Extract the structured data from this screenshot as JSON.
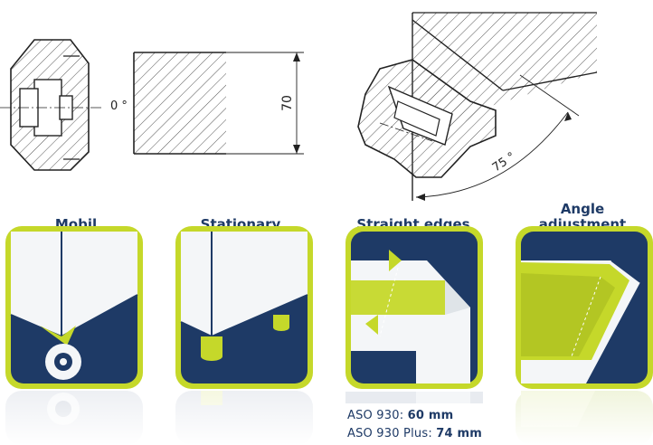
{
  "drawing": {
    "angle_zero": "0 °",
    "height_dim": "70",
    "angle_tilt": "75 °"
  },
  "features": [
    {
      "label": "Mobil"
    },
    {
      "label": "Stationary"
    },
    {
      "label": "Straight edges"
    },
    {
      "label_line1": "Angle",
      "label_line2": "adjustment"
    }
  ],
  "specs": [
    {
      "model": "ASO 930:",
      "value": "60 mm"
    },
    {
      "model": "ASO 930 Plus:",
      "value": "74 mm"
    }
  ],
  "colors": {
    "navy": "#1e3a66",
    "lime": "#c5d82a",
    "hatch": "#555555"
  }
}
